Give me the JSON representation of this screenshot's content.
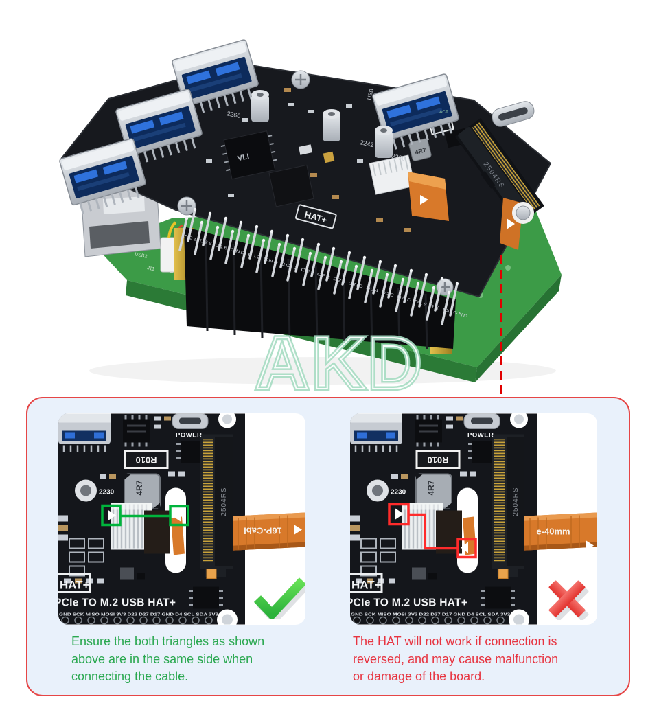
{
  "watermark": {
    "text": "AKD",
    "color": "#a7dcc3"
  },
  "main_photo": {
    "usb_silk": "USB",
    "act_silk": "ACT",
    "chip_label": "VLI",
    "hat_logo": "HAT+",
    "m2_socket_label": "2504RS",
    "m2_size_labels": [
      "2260",
      "2242",
      "2230"
    ],
    "gpio_pin_labels": "D21 D26 D16 GND D12 GND SCL2 CE1 CE0 D25 GND D24 D23 GND D18 RX TX GND",
    "pi_silk_labels": [
      "USB2",
      "J11"
    ]
  },
  "detail_board": {
    "power_silk": "POWER",
    "resistor_silk": "R010",
    "mount_silk": "2230",
    "inductor_silk": "4R7",
    "m2_socket_label": "2504RS",
    "hat_logo": "HAT+",
    "board_title": "PCIe TO M.2 USB HAT+",
    "header_pin_labels": "GND SCK MISO MOSI 3V3 D22 D27 D17 GND D4 SCL SDA 3V3"
  },
  "panel": {
    "background": "#e9f1fb",
    "border_color": "#e64646",
    "left": {
      "result": "correct",
      "annotation_color": "#00b43c",
      "cable_label": "16P-Cabl",
      "caption_color": "#2aa850",
      "caption_lines": [
        "Ensure the both triangles as shown",
        "above are in the same side when",
        "connecting the cable."
      ]
    },
    "right": {
      "result": "incorrect",
      "annotation_color": "#ff2b2b",
      "cable_label": "e-40mm",
      "caption_color": "#e73440",
      "caption_lines": [
        "The HAT will not work if connection is",
        "reversed, and may cause malfunction",
        "or damage of the board."
      ]
    }
  }
}
